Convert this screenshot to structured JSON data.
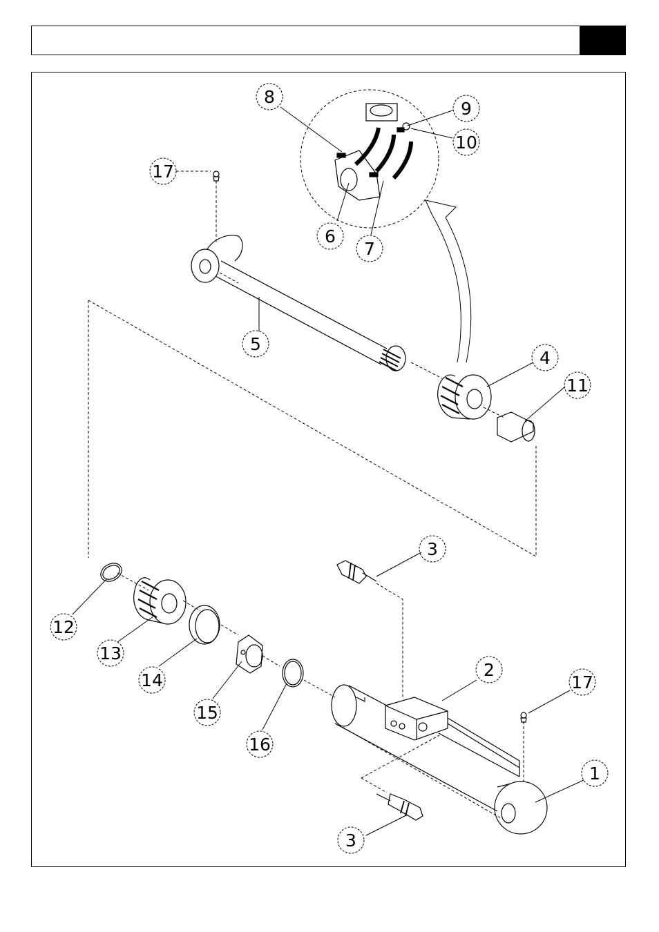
{
  "header": {
    "title": "",
    "page_number": ""
  },
  "diagram": {
    "callouts": [
      {
        "id": "c1",
        "label": "1"
      },
      {
        "id": "c2",
        "label": "2"
      },
      {
        "id": "c3a",
        "label": "3"
      },
      {
        "id": "c3b",
        "label": "3"
      },
      {
        "id": "c4",
        "label": "4"
      },
      {
        "id": "c5",
        "label": "5"
      },
      {
        "id": "c6",
        "label": "6"
      },
      {
        "id": "c7",
        "label": "7"
      },
      {
        "id": "c8",
        "label": "8"
      },
      {
        "id": "c9",
        "label": "9"
      },
      {
        "id": "c10",
        "label": "10"
      },
      {
        "id": "c11",
        "label": "11"
      },
      {
        "id": "c12",
        "label": "12"
      },
      {
        "id": "c13",
        "label": "13"
      },
      {
        "id": "c14",
        "label": "14"
      },
      {
        "id": "c15",
        "label": "15"
      },
      {
        "id": "c16",
        "label": "16"
      },
      {
        "id": "c17a",
        "label": "17"
      },
      {
        "id": "c17b",
        "label": "17"
      }
    ]
  }
}
